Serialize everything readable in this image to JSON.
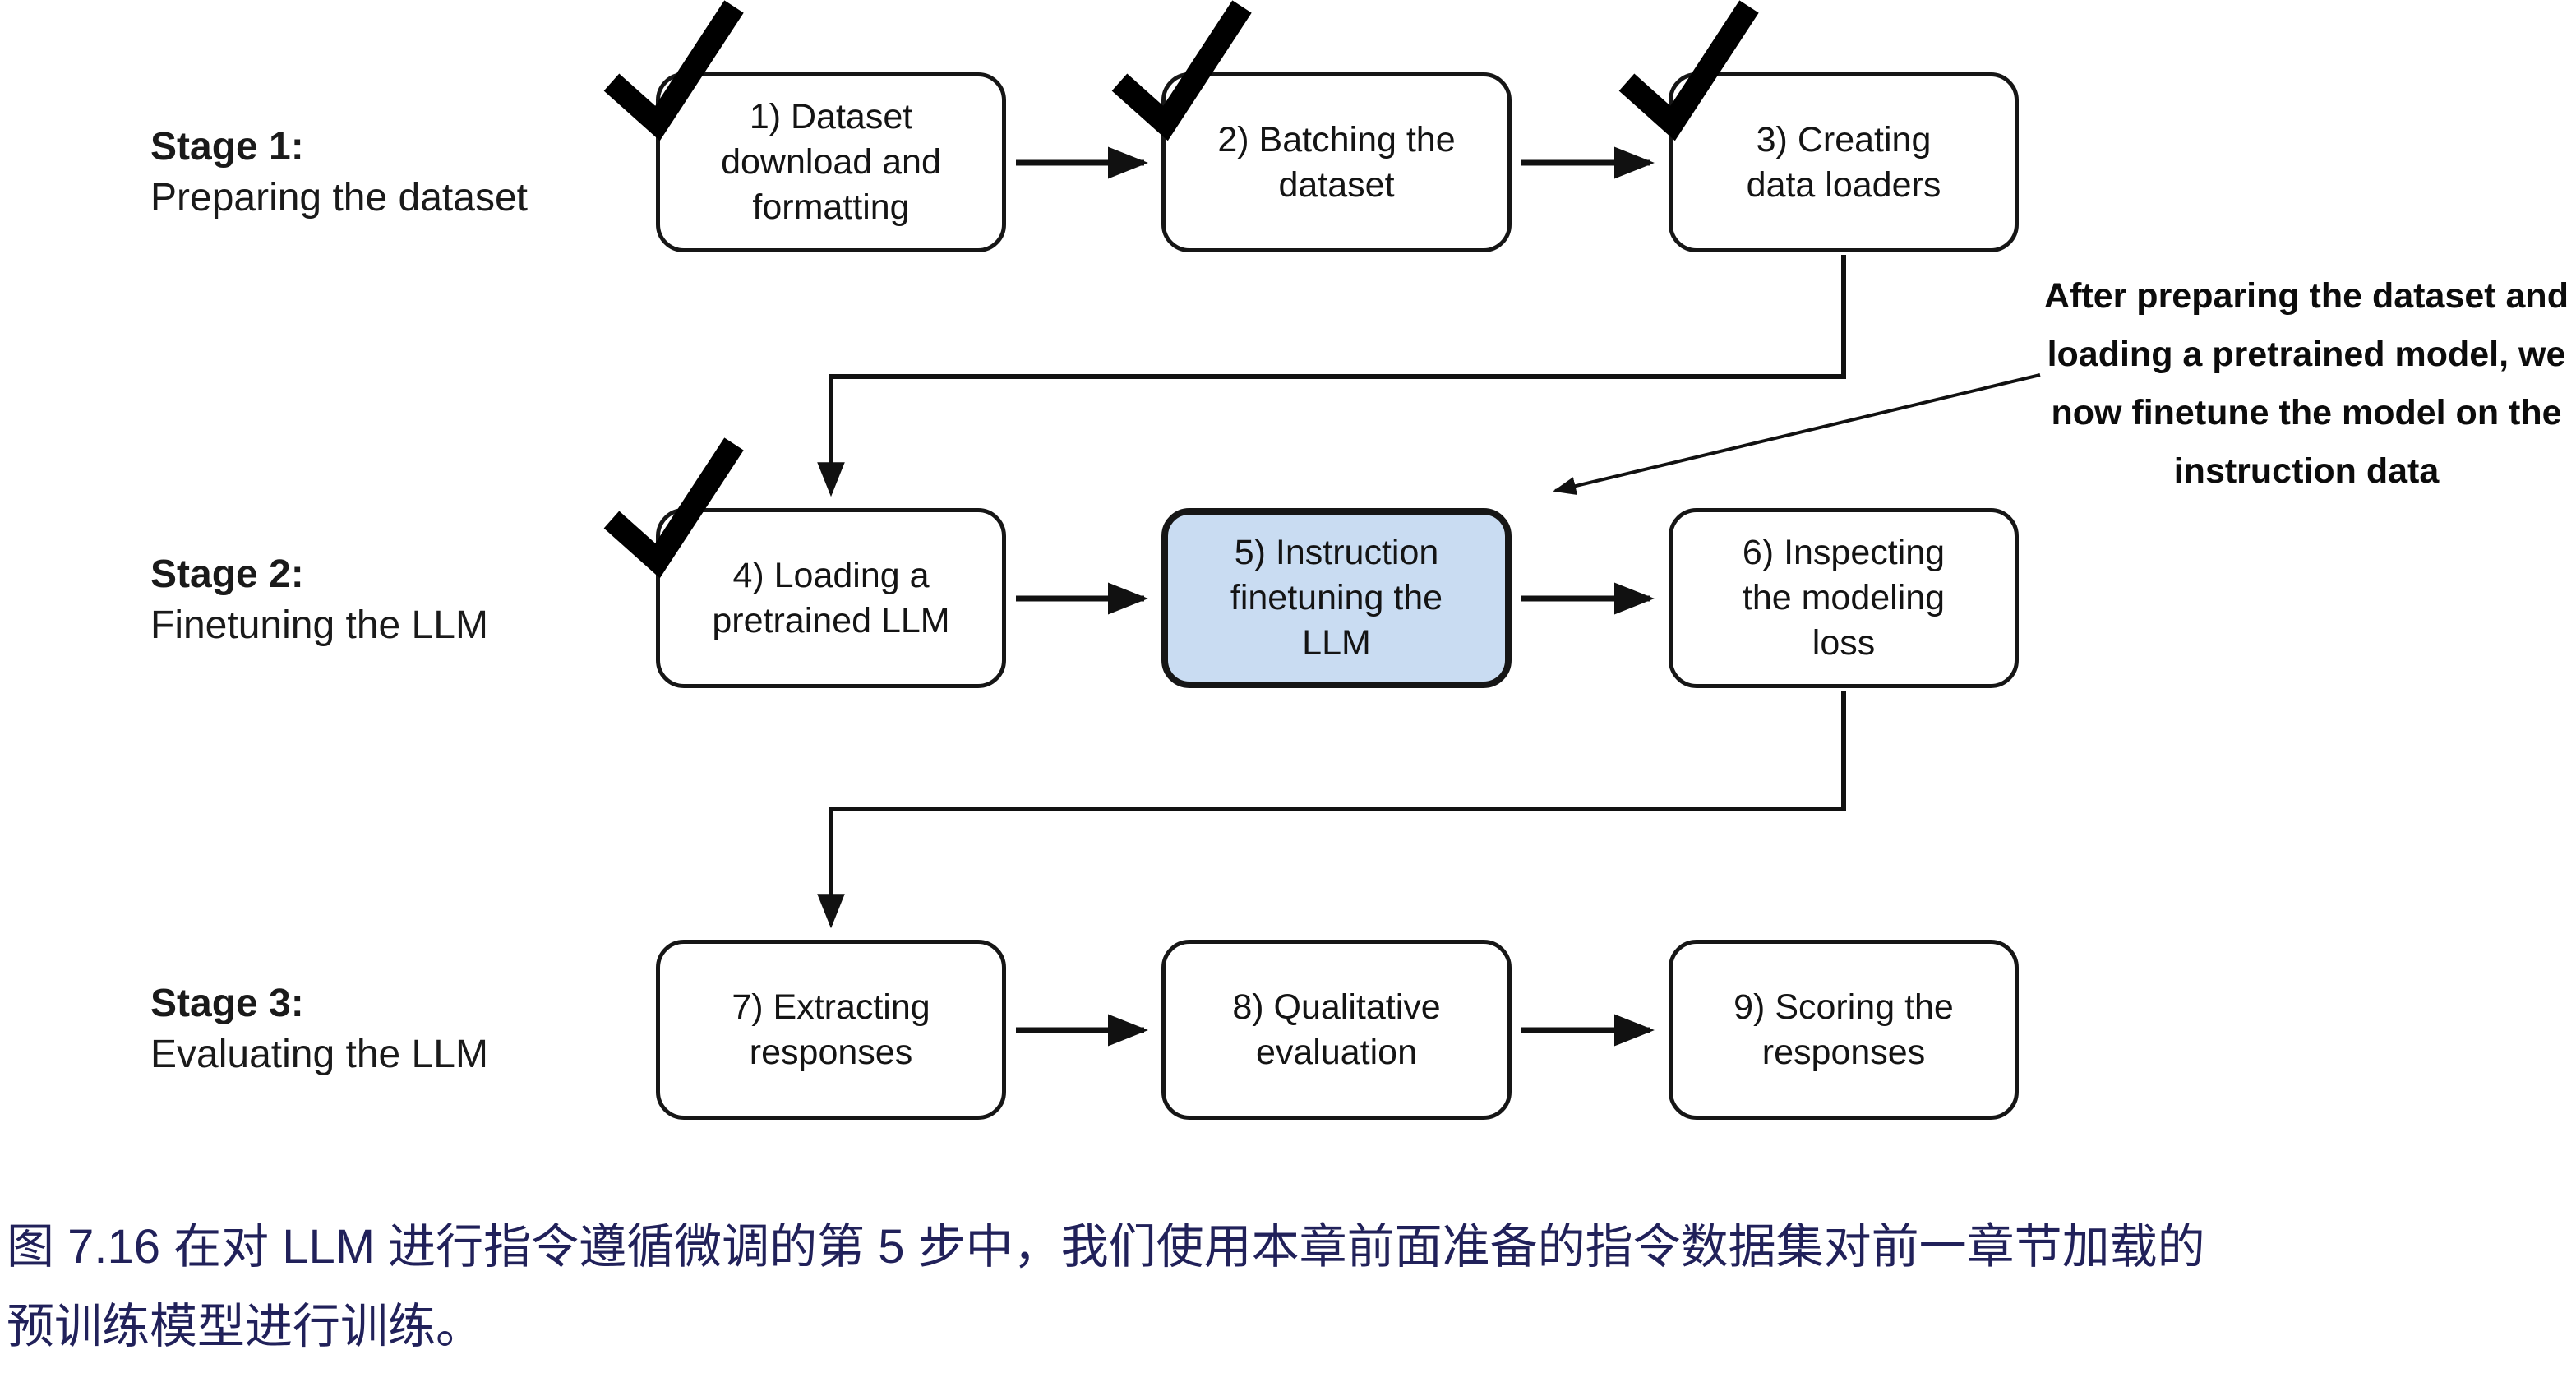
{
  "stages": [
    {
      "title": "Stage 1:",
      "subtitle": "Preparing the dataset"
    },
    {
      "title": "Stage 2:",
      "subtitle": "Finetuning the LLM"
    },
    {
      "title": "Stage 3:",
      "subtitle": "Evaluating the LLM"
    }
  ],
  "boxes": [
    {
      "step": 1,
      "lines": [
        "1) Dataset",
        "download and",
        "formatting"
      ],
      "checked": true,
      "highlighted": false
    },
    {
      "step": 2,
      "lines": [
        "2) Batching the",
        "dataset"
      ],
      "checked": true,
      "highlighted": false
    },
    {
      "step": 3,
      "lines": [
        "3) Creating",
        "data loaders"
      ],
      "checked": true,
      "highlighted": false
    },
    {
      "step": 4,
      "lines": [
        "4) Loading a",
        "pretrained LLM"
      ],
      "checked": true,
      "highlighted": false
    },
    {
      "step": 5,
      "lines": [
        "5) Instruction",
        "finetuning the",
        "LLM"
      ],
      "checked": false,
      "highlighted": true
    },
    {
      "step": 6,
      "lines": [
        "6) Inspecting",
        "the modeling",
        "loss"
      ],
      "checked": false,
      "highlighted": false
    },
    {
      "step": 7,
      "lines": [
        "7) Extracting",
        "responses"
      ],
      "checked": false,
      "highlighted": false
    },
    {
      "step": 8,
      "lines": [
        "8) Qualitative",
        "evaluation"
      ],
      "checked": false,
      "highlighted": false
    },
    {
      "step": 9,
      "lines": [
        "9) Scoring the",
        "responses"
      ],
      "checked": false,
      "highlighted": false
    }
  ],
  "annotation": {
    "lines": [
      "After preparing the dataset and",
      "loading a pretrained model, we",
      "now finetune the model on the",
      "instruction data"
    ]
  },
  "caption": {
    "line1": "图 7.16 在对 LLM 进行指令遵循微调的第 5 步中，我们使用本章前面准备的指令数据集对前一章节加载的",
    "line2": "预训练模型进行训练。"
  },
  "colors": {
    "highlight_fill": "#c9dcf2",
    "box_border": "#161616",
    "line": "#111111",
    "caption_text": "#21215a"
  }
}
